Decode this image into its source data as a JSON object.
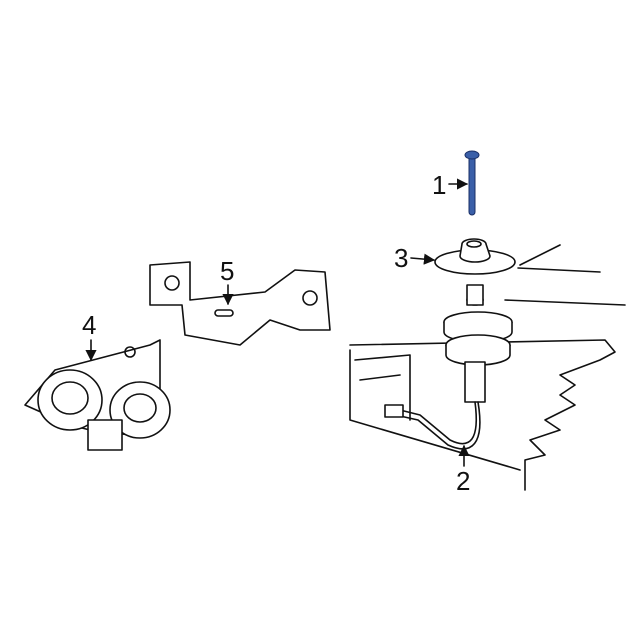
{
  "diagram": {
    "highlight_color": "#3a5fa8",
    "callouts": [
      {
        "label": "1",
        "part": "bolt"
      },
      {
        "label": "2",
        "part": "horn-wire"
      },
      {
        "label": "3",
        "part": "insulator"
      },
      {
        "label": "4",
        "part": "horn-assembly"
      },
      {
        "label": "5",
        "part": "bracket"
      }
    ]
  }
}
